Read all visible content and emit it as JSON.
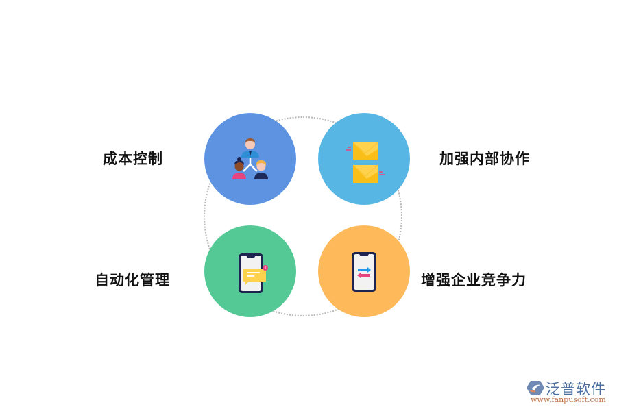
{
  "diagram": {
    "type": "four-quadrant cycle",
    "colors": {
      "ring": "#b8b8b8",
      "node_1": "#5e93e2",
      "node_2": "#58b6e4",
      "node_3": "#55c995",
      "node_4": "#fdb95a",
      "label": "#111111"
    },
    "nodes": [
      {
        "label": "成本控制",
        "icon": "team-hierarchy-icon"
      },
      {
        "label": "加强内部协作",
        "icon": "mail-exchange-icon"
      },
      {
        "label": "自动化管理",
        "icon": "phone-notification-icon"
      },
      {
        "label": "增强企业竞争力",
        "icon": "phone-transfer-icon"
      }
    ]
  },
  "watermark": {
    "brand": "泛普软件",
    "url": "www.fanpusoft.com"
  }
}
